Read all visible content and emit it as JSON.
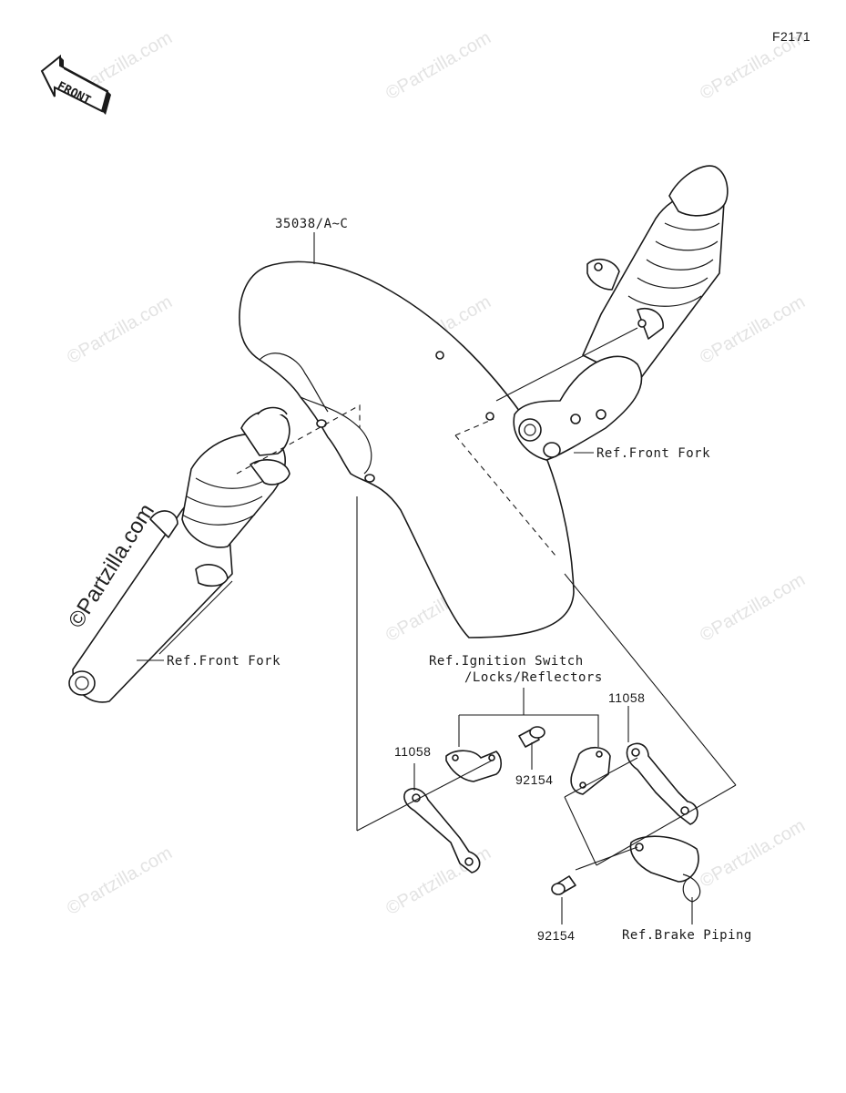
{
  "diagram_code": "F2171",
  "front_arrow_label": "FRONT",
  "watermark": "©Partzilla.com",
  "labels": {
    "fender": "35038/A~C",
    "ref_front_fork_right": "Ref.Front Fork",
    "ref_front_fork_left": "Ref.Front Fork",
    "ref_ignition_line1": "Ref.Ignition Switch",
    "ref_ignition_line2": "/Locks/Reflectors",
    "bracket_left": "11058",
    "bracket_right": "11058",
    "bolt_center": "92154",
    "bolt_bottom": "92154",
    "ref_brake_piping": "Ref.Brake Piping"
  },
  "colors": {
    "line": "#1a1a1a",
    "watermark": "#e3e3e3",
    "background": "#ffffff"
  }
}
